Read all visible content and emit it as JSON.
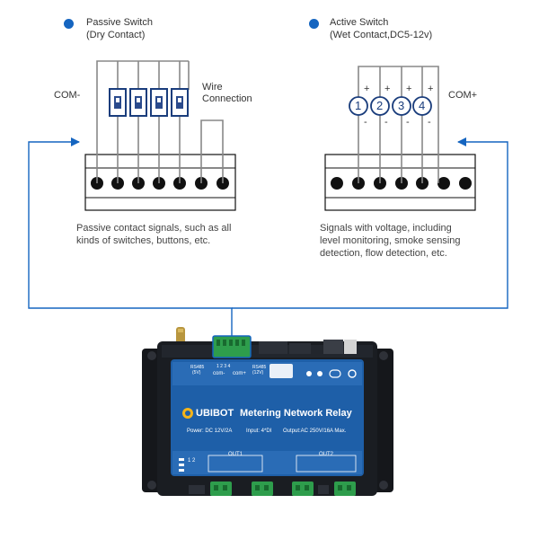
{
  "passive": {
    "title": "Passive Switch",
    "subtitle": "(Dry Contact)",
    "com_label": "COM-",
    "wire_label_line1": "Wire",
    "wire_label_line2": "Connection",
    "desc_line1": "Passive contact signals, such as all",
    "desc_line2": "kinds of switches, buttons, etc."
  },
  "active": {
    "title": "Active Switch",
    "subtitle": "(Wet Contact,DC5-12v)",
    "com_label": "COM+",
    "channels": [
      "1",
      "2",
      "3",
      "4"
    ],
    "plus": "+",
    "minus": "-",
    "desc_line1": "Signals with voltage, including",
    "desc_line2": "level monitoring, smoke sensing",
    "desc_line3": "detection, flow detection, etc."
  },
  "device": {
    "brand": "UBIBOT",
    "title": "Metering Network Relay",
    "power": "Power:  DC 12V/2A",
    "input": "Input:  4*DI",
    "output": "Output:AC 250V/16A Max.",
    "out1": "OUT1",
    "out2": "OUT2",
    "rs485_a": "RS485",
    "rs485_a_sub": "(5V)",
    "rs485_b": "RS485",
    "rs485_b_sub": "(12V)",
    "com_minus": "com-",
    "com_plus": "com+",
    "terminal_nums": "1 2 3 4",
    "side_nums": "1 2"
  },
  "colors": {
    "accent": "#1565c0",
    "wire": "#888888",
    "terminal_dot": "#111111",
    "device_body": "#1a1d22",
    "device_panel": "#1e5fa8",
    "terminal_green": "#2e9d4c"
  }
}
